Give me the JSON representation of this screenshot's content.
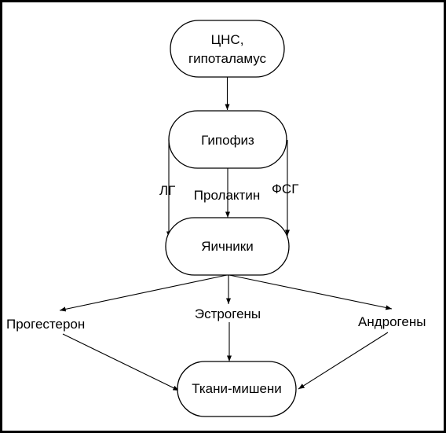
{
  "diagram": {
    "nodes": {
      "cns": {
        "line1": "ЦНС,",
        "line2": "гипоталамус"
      },
      "pituitary": {
        "label": "Гипофиз"
      },
      "ovaries": {
        "label": "Яичники"
      },
      "targets": {
        "label": "Ткани-мишени"
      }
    },
    "edges": {
      "lh": "ЛГ",
      "prolactin": "Пролактин",
      "fsh": "ФСГ"
    },
    "hormones": {
      "progesterone": "Прогестерон",
      "estrogens": "Эстрогены",
      "androgens": "Андрогены"
    }
  }
}
